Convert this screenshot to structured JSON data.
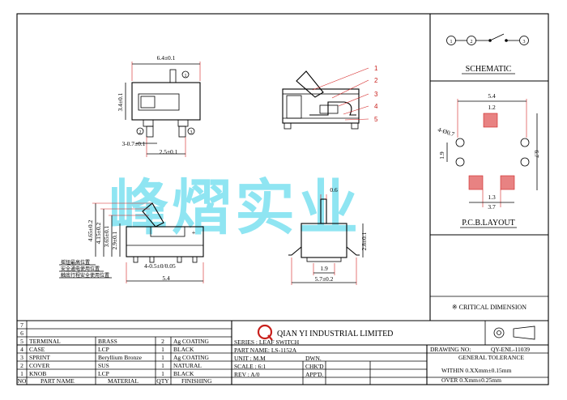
{
  "watermark": "峰熠实业",
  "company": {
    "name": "QIAN YI INDUSTRIAL LIMITED",
    "logo_letter": "Q"
  },
  "schematic": {
    "title": "SCHEMATIC",
    "pins": [
      "1",
      "2",
      "3"
    ]
  },
  "pcb": {
    "title": "P.C.B.LAYOUT",
    "dims": [
      "5.4",
      "1.2",
      "4-Ø0.7",
      "1.9",
      "6.7",
      "1.3",
      "3.7"
    ]
  },
  "critical": "※ CRITICAL DIMENSION",
  "top_view": {
    "dims": [
      "6.4±0.1",
      "3.4±0.1",
      "3-0.7±0.1",
      "2.5±0.1"
    ],
    "pin_marks": [
      "1",
      "2",
      "3"
    ]
  },
  "side_view": {
    "callouts": [
      "1",
      "2",
      "3",
      "4",
      "5"
    ]
  },
  "front_view": {
    "dims": [
      "4.65±0.2",
      "4.15±0.2",
      "3.65±0.1",
      "2.9±0.1",
      "4-0.5±0/0.05",
      "5.4"
    ],
    "plus": "+",
    "notes": [
      "摇钮最高位置",
      "安全通电使用位置",
      "触底行程安全使用位置"
    ]
  },
  "end_view": {
    "dims": [
      "0.6",
      "2.8±0.1",
      "1.9",
      "5.7±0.2"
    ]
  },
  "bom": {
    "empty_rows": [
      "7",
      "6"
    ],
    "rows": [
      {
        "no": "5",
        "part": "TERMINAL",
        "material": "BRASS",
        "qty": "2",
        "finish": "Ag COATING"
      },
      {
        "no": "4",
        "part": "CASE",
        "material": "LCP",
        "qty": "1",
        "finish": "BLACK"
      },
      {
        "no": "3",
        "part": "SPRINT",
        "material": "Beryllium Bronze",
        "qty": "1",
        "finish": "Ag COATING"
      },
      {
        "no": "2",
        "part": "COVER",
        "material": "SUS",
        "qty": "1",
        "finish": "NATURAL"
      },
      {
        "no": "1",
        "part": "KNOB",
        "material": "LCP",
        "qty": "1",
        "finish": "BLACK"
      }
    ],
    "header": {
      "no": "NO",
      "part": "PART NAME",
      "material": "MATERIAL",
      "qty": "QTY",
      "finish": "FINISHING"
    }
  },
  "title_block": {
    "series": "SERIES : LEAF SWITCH",
    "part_name": "PART NAME: LS-1152A",
    "unit": "UNIT : M.M",
    "scale": "SCALE : 6:1",
    "rev": "REV  : A/0",
    "dwn": "DWN.",
    "chkd": "CHK'D",
    "appd": "APP'D.",
    "drawing_no_label": "DRAWING NO:",
    "drawing_no": "QY-ENL-11039",
    "general_tolerance": "GENERAL TOLERANCE",
    "tol1": "WITHIN 0.XXmm±0.15mm",
    "tol2": "OVER    0.Xmm±0.25mm"
  }
}
